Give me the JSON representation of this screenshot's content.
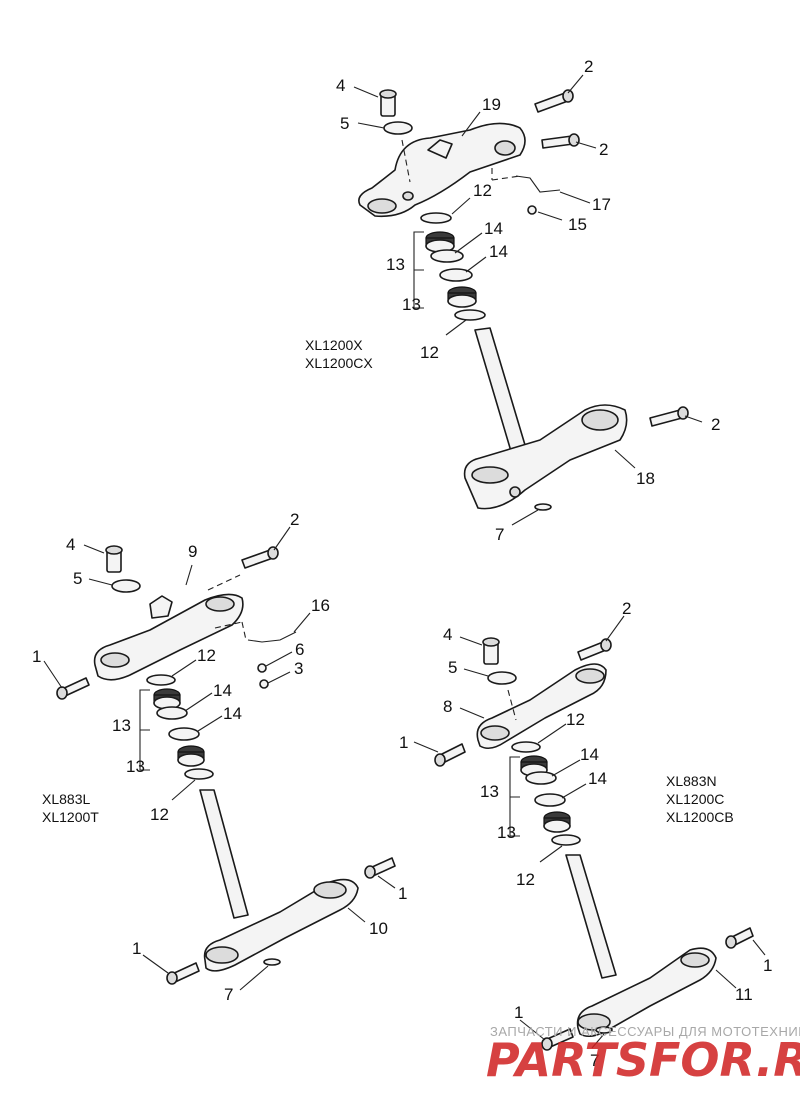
{
  "groups": {
    "top": {
      "model_line1": "XL1200X",
      "model_line2": "XL1200CX",
      "labels": {
        "n2a": "2",
        "n2b": "2",
        "n2c": "2",
        "n4": "4",
        "n5": "5",
        "n19": "19",
        "n12a": "12",
        "n17": "17",
        "n15": "15",
        "n14a": "14",
        "n14b": "14",
        "n13a": "13",
        "n13b": "13",
        "n12b": "12",
        "n18": "18",
        "n7": "7"
      }
    },
    "left": {
      "model_line1": "XL883L",
      "model_line2": "XL1200T",
      "labels": {
        "n4": "4",
        "n9": "9",
        "n2": "2",
        "n5": "5",
        "n16": "16",
        "n6": "6",
        "n3": "3",
        "n1a": "1",
        "n12a": "12",
        "n14a": "14",
        "n14b": "14",
        "n13a": "13",
        "n13b": "13",
        "n12b": "12",
        "n1b": "1",
        "n10": "10",
        "n1c": "1",
        "n7": "7"
      }
    },
    "right": {
      "model_line1": "XL883N",
      "model_line2": "XL1200C",
      "model_line3": "XL1200CB",
      "labels": {
        "n4": "4",
        "n2": "2",
        "n5": "5",
        "n8": "8",
        "n12a": "12",
        "n1a": "1",
        "n14a": "14",
        "n14b": "14",
        "n13a": "13",
        "n13b": "13",
        "n12b": "12",
        "n1b": "1",
        "n11": "11",
        "n1c": "1",
        "n7": "7"
      }
    }
  },
  "watermark": {
    "tagline": "ЗАПЧАСТИ И АКСЕССУАРЫ ДЛЯ МОТОТЕХНИКИ",
    "logo": "PARTSFOR.RU"
  }
}
